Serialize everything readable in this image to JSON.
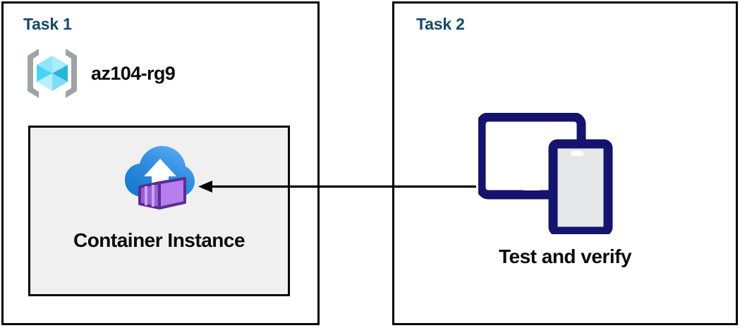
{
  "diagram": {
    "title": "Azure Container Instance task diagram",
    "background_color": "#ffffff",
    "panel_border_color": "#000000",
    "heading_color": "#13496e",
    "label_color": "#0a0a0a"
  },
  "panels": [
    {
      "id": "task1",
      "title": "Task 1",
      "resource_group": {
        "icon": "azure-resource-group-icon",
        "label": "az104-rg9",
        "icon_colors": {
          "bracket": "#a0a3a6",
          "cube_light": "#9fe7fb",
          "cube_mid": "#50d7f7",
          "cube_dark": "#27b6d9",
          "cube_top": "#b9eefc"
        }
      },
      "resource_box": {
        "fill_color": "#f0f0f0",
        "border_color": "#000000",
        "icon": "azure-container-instance-icon",
        "label": "Container Instance",
        "icon_colors": {
          "cloud_light": "#54a7ef",
          "cloud_dark": "#1b7fd4",
          "arrow": "#ffffff",
          "box_front": "#b77ef0",
          "box_side": "#9a5fd6",
          "box_outline": "#5c2d91",
          "box_rib": "#c9a2f5"
        }
      }
    },
    {
      "id": "task2",
      "title": "Task 2",
      "devices": {
        "icon": "devices-tablet-phone-icon",
        "label": "Test and verify",
        "icon_colors": {
          "device_outline": "#14146e",
          "phone_screen": "#e6e7e8",
          "tablet_screen": "#ffffff"
        }
      }
    }
  ],
  "connector": {
    "name": "arrow-task2-to-container-instance",
    "direction": "right-to-left",
    "color": "#000000",
    "from": "Test and verify",
    "to": "Container Instance"
  }
}
